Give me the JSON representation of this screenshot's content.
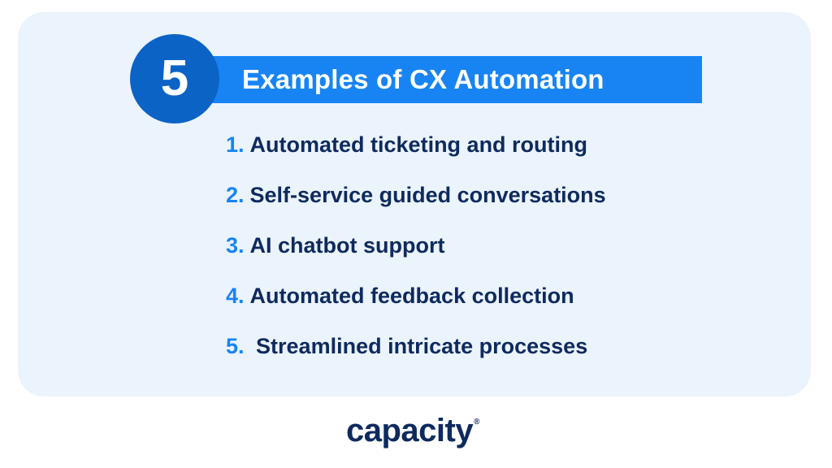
{
  "header": {
    "number": "5",
    "title": "Examples of CX Automation"
  },
  "items": [
    {
      "num": "1.",
      "label": "Automated ticketing and routing"
    },
    {
      "num": "2.",
      "label": "Self-service guided conversations"
    },
    {
      "num": "3.",
      "label": "AI chatbot support"
    },
    {
      "num": "4.",
      "label": "Automated feedback collection"
    },
    {
      "num": "5.",
      "label": " Streamlined intricate processes"
    }
  ],
  "logo": {
    "text": "capacity",
    "mark": "®"
  },
  "colors": {
    "accent": "#1884f4",
    "circle": "#0b63c6",
    "text": "#0e2a5e",
    "card": "#ebf3fd"
  }
}
